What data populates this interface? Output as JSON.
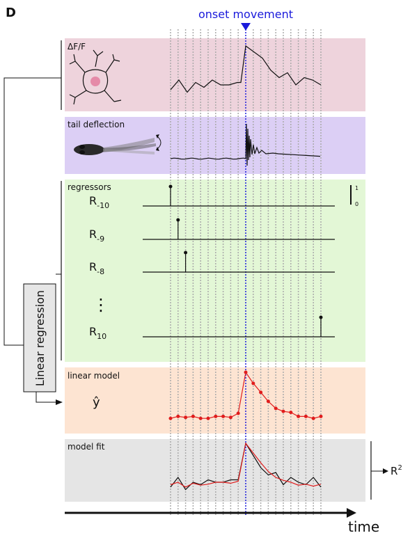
{
  "figure_letter": "D",
  "onset_label": "onset movement",
  "panels": {
    "dff": {
      "label": "ΔF/F",
      "color": "#eed3dc",
      "trace": [
        0.1,
        0.3,
        0.05,
        0.25,
        0.15,
        0.3,
        0.2,
        0.2,
        0.25,
        0.25,
        1.0,
        0.75,
        0.5,
        0.35,
        0.45,
        0.2,
        0.35,
        0.3,
        0.2
      ]
    },
    "tail": {
      "label": "tail deflection",
      "color": "#dccff5"
    },
    "regressors": {
      "label": "regressors",
      "color": "#e3f7d6",
      "scale_top": "1",
      "scale_bottom": "0",
      "rows": [
        {
          "name": "R",
          "sub": "-10",
          "lag_index": 0
        },
        {
          "name": "R",
          "sub": "-9",
          "lag_index": 1
        },
        {
          "name": "R",
          "sub": "-8",
          "lag_index": 2
        },
        {
          "name": "R",
          "sub": "10",
          "lag_index": 20
        }
      ],
      "ellipsis": "⋮"
    },
    "linear_model": {
      "label": "linear model",
      "color": "#fde4d2",
      "yhat": "ŷ",
      "points": [
        0.08,
        0.12,
        0.1,
        0.12,
        0.08,
        0.08,
        0.12,
        0.12,
        0.1,
        0.18,
        1.0,
        0.78,
        0.6,
        0.42,
        0.28,
        0.22,
        0.2,
        0.12,
        0.12,
        0.08,
        0.12
      ]
    },
    "model_fit": {
      "label": "model fit",
      "color": "#e5e5e5",
      "black_trace": [
        0.1,
        0.3,
        0.05,
        0.2,
        0.15,
        0.25,
        0.2,
        0.2,
        0.25,
        0.25,
        1.0,
        0.75,
        0.5,
        0.35,
        0.4,
        0.15,
        0.3,
        0.2,
        0.15,
        0.3,
        0.1
      ],
      "red_trace": [
        0.15,
        0.2,
        0.1,
        0.18,
        0.14,
        0.16,
        0.2,
        0.2,
        0.18,
        0.22,
        1.0,
        0.8,
        0.6,
        0.42,
        0.3,
        0.24,
        0.2,
        0.14,
        0.16,
        0.12,
        0.16
      ]
    }
  },
  "linear_regression_label": "Linear regression",
  "r2_label": "R",
  "r2_sup": "2",
  "time_label": "time",
  "n_gridlines": 21,
  "onset_index": 10,
  "colors": {
    "grid": "#aaaaaa",
    "onset": "#1a1adb",
    "red": "#e01c1c",
    "lr_box": "#e6e6e6"
  }
}
